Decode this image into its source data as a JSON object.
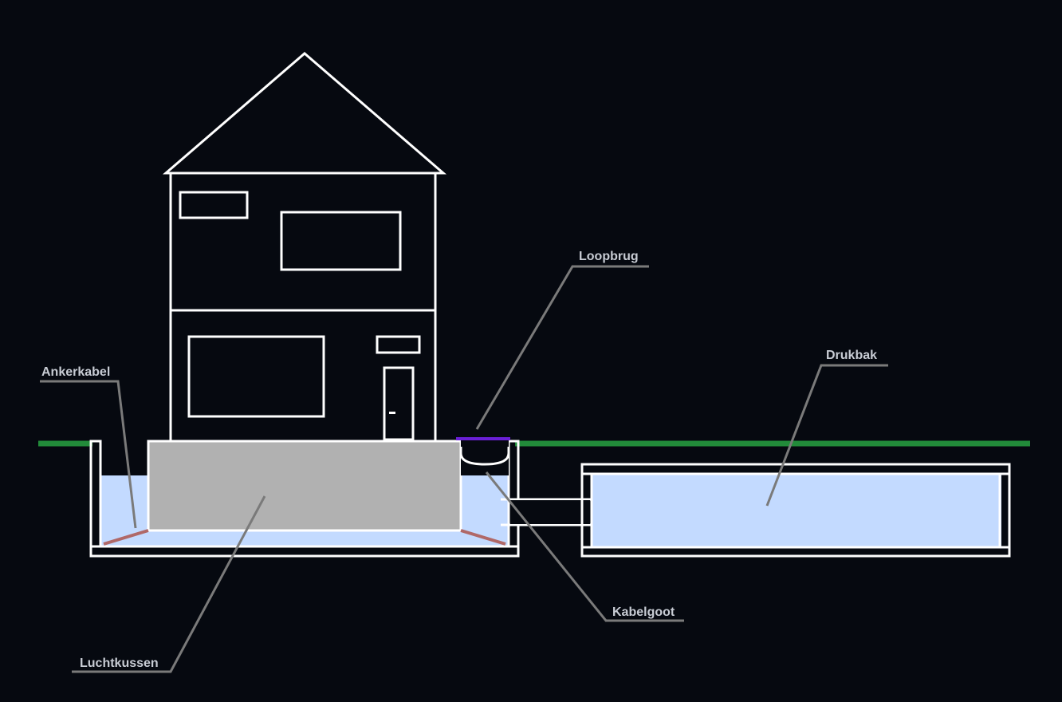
{
  "labels": {
    "ankerkabel": "Ankerkabel",
    "loopbrug": "Loopbrug",
    "drukbak": "Drukbak",
    "kabelgoot": "Kabelgoot",
    "luchtkussen": "Luchtkussen"
  },
  "colors": {
    "background": "#060910",
    "outline": "#ffffff",
    "ground": "#228b3a",
    "water": "#c3daff",
    "air_cushion": "#b1b1b1",
    "anchor_cable": "#b06868",
    "walkway": "#6a1fd6",
    "leader_line": "#7a7a7a",
    "label_text": "#c8ccd4"
  }
}
